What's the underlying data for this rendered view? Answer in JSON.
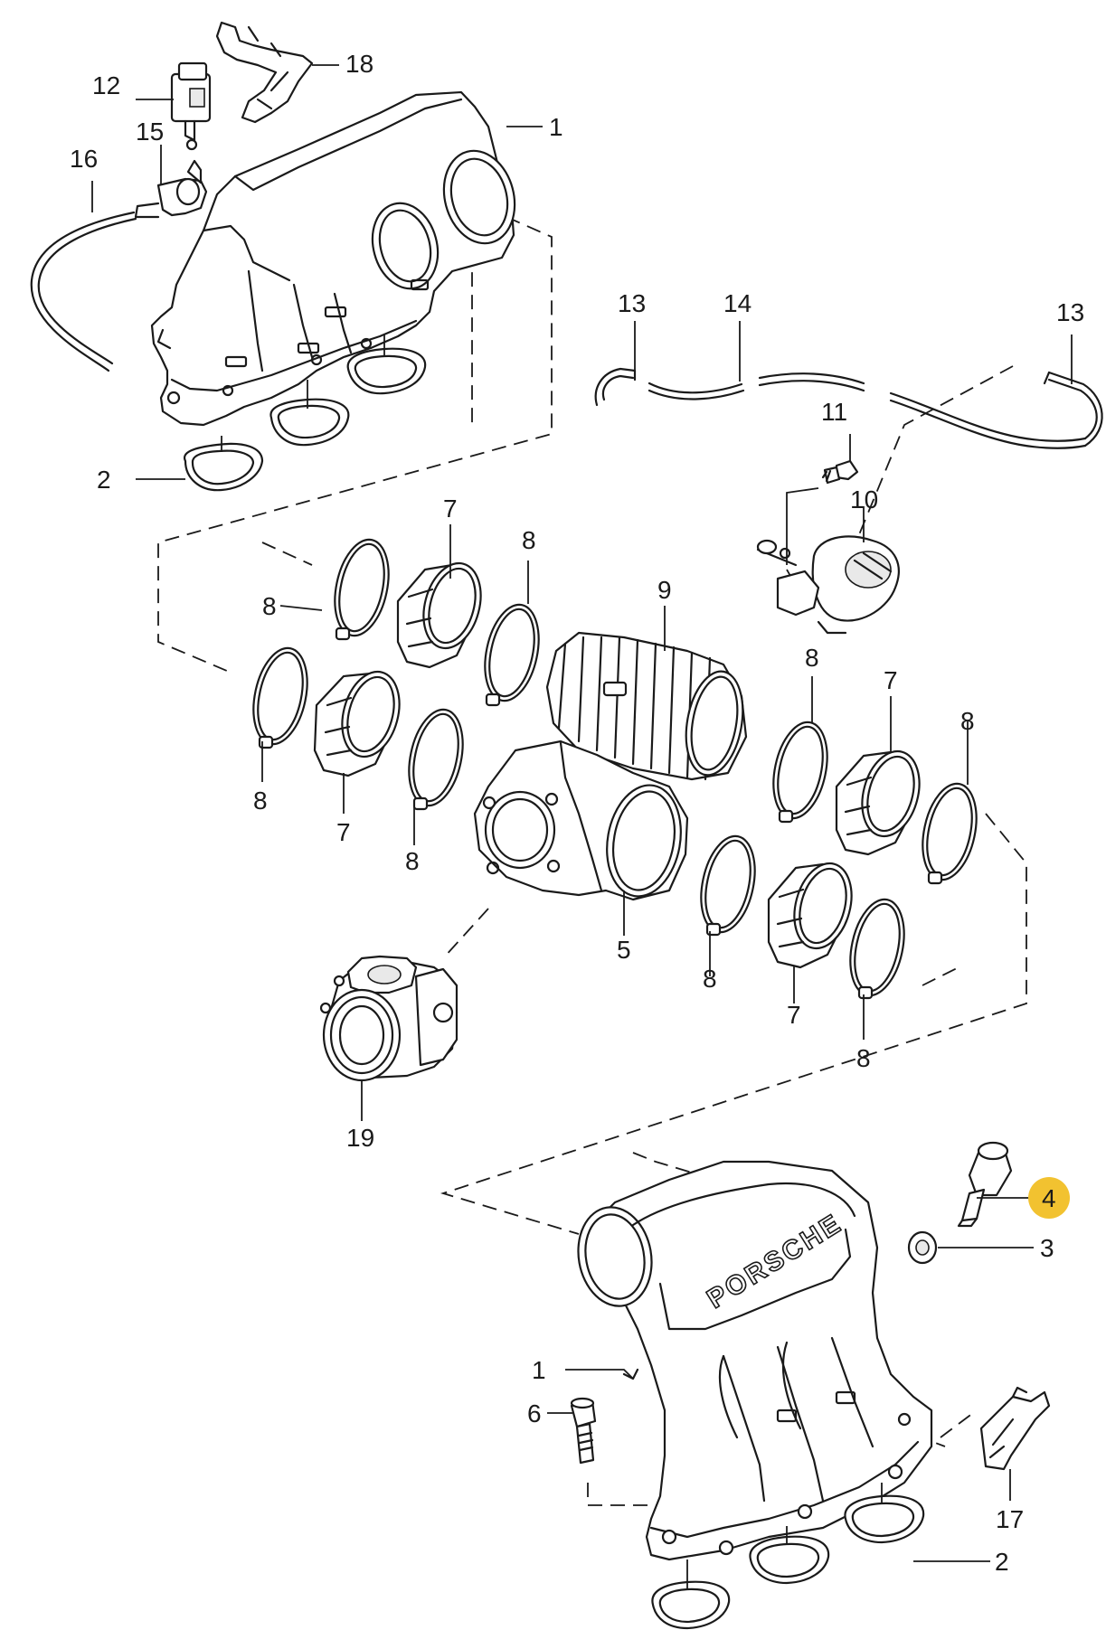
{
  "diagram": {
    "brand_text": "PORSCHE",
    "highlight_color": "#f2c230",
    "line_color": "#1a1a1a",
    "callouts": [
      {
        "id": "c1a",
        "label": "1"
      },
      {
        "id": "c1b",
        "label": "1"
      },
      {
        "id": "c2a",
        "label": "2"
      },
      {
        "id": "c2b",
        "label": "2"
      },
      {
        "id": "c3",
        "label": "3"
      },
      {
        "id": "c4",
        "label": "4",
        "highlighted": true
      },
      {
        "id": "c5",
        "label": "5"
      },
      {
        "id": "c6",
        "label": "6"
      },
      {
        "id": "c7a",
        "label": "7"
      },
      {
        "id": "c7b",
        "label": "7"
      },
      {
        "id": "c7c",
        "label": "7"
      },
      {
        "id": "c7d",
        "label": "7"
      },
      {
        "id": "c8a",
        "label": "8"
      },
      {
        "id": "c8b",
        "label": "8"
      },
      {
        "id": "c8c",
        "label": "8"
      },
      {
        "id": "c8d",
        "label": "8"
      },
      {
        "id": "c8e",
        "label": "8"
      },
      {
        "id": "c8f",
        "label": "8"
      },
      {
        "id": "c8g",
        "label": "8"
      },
      {
        "id": "c8h",
        "label": "8"
      },
      {
        "id": "c9",
        "label": "9"
      },
      {
        "id": "c10",
        "label": "10"
      },
      {
        "id": "c11",
        "label": "11"
      },
      {
        "id": "c12",
        "label": "12"
      },
      {
        "id": "c13a",
        "label": "13"
      },
      {
        "id": "c13b",
        "label": "13"
      },
      {
        "id": "c14",
        "label": "14"
      },
      {
        "id": "c15",
        "label": "15"
      },
      {
        "id": "c16",
        "label": "16"
      },
      {
        "id": "c17",
        "label": "17"
      },
      {
        "id": "c18",
        "label": "18"
      },
      {
        "id": "c19",
        "label": "19"
      }
    ]
  }
}
